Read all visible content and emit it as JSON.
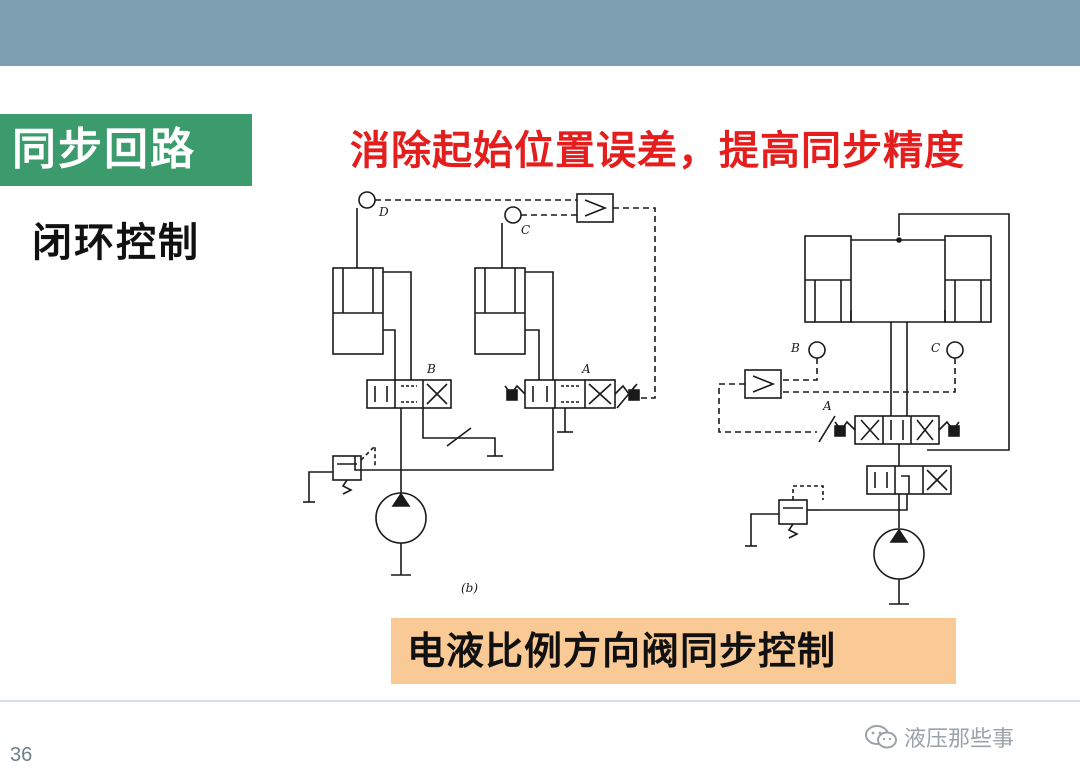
{
  "slide": {
    "title": "同步回路",
    "subtitle": "闭环控制",
    "heading": "消除起始位置误差，提高同步精度",
    "caption": "电液比例方向阀同步控制",
    "page_number": "36",
    "watermark": "液压那些事"
  },
  "diagram": {
    "left_labels": {
      "sensor_d": "D",
      "sensor_c": "C",
      "valve_b": "B",
      "valve_a": "A",
      "figure": "(b)"
    },
    "right_labels": {
      "sensor_b": "B",
      "sensor_c": "C",
      "valve_a": "A"
    }
  },
  "colors": {
    "top_band": "#7e9fb2",
    "title_bg": "#3b9b6d",
    "heading": "#e41d1d",
    "caption_bg": "#f9c996"
  }
}
